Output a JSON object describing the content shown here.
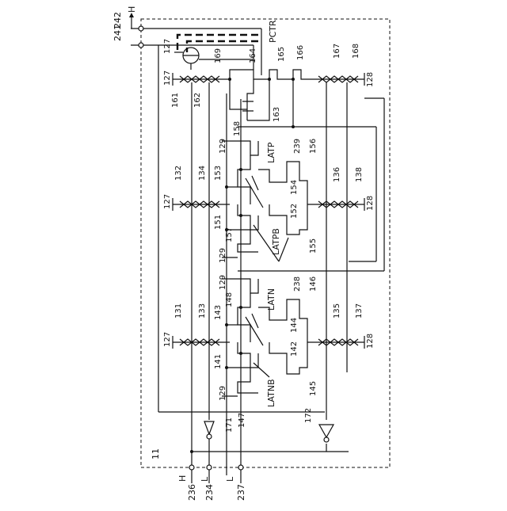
{
  "top_pins": [
    {
      "num": "241",
      "sig": "H"
    },
    {
      "num": "242",
      "sig": ""
    }
  ],
  "pctr_label": "PCTR",
  "block_label": "11",
  "bottom_pins": [
    {
      "num": "236",
      "sig": "H"
    },
    {
      "num": "234",
      "sig": "L"
    },
    {
      "num": "237",
      "sig": "L"
    }
  ],
  "cell_labels": {
    "latp": "LATP",
    "latpb": "LATPB",
    "latn": "LATN",
    "latnb": "LATNB"
  },
  "refs": {
    "r127a": "127",
    "r169": "169",
    "r164": "164",
    "r165": "165",
    "r166": "166",
    "r167": "167",
    "r168": "168",
    "r127b": "127",
    "r128a": "128",
    "r161": "161",
    "r162": "162",
    "r163": "163",
    "r158": "158",
    "r129a": "129",
    "r239": "239",
    "r156": "156",
    "r132": "132",
    "r134": "134",
    "r136": "136",
    "r138": "138",
    "r153": "153",
    "r154": "154",
    "r127c": "127",
    "r128b": "128",
    "r151": "151",
    "r152": "152",
    "r157": "157",
    "r155": "155",
    "r129b": "129",
    "r129c": "129",
    "r238": "238",
    "r146": "146",
    "r148": "148",
    "r131": "131",
    "r133": "133",
    "r135": "135",
    "r137": "137",
    "r143": "143",
    "r144": "144",
    "r127d": "127",
    "r128c": "128",
    "r141": "141",
    "r142": "142",
    "r129d": "129",
    "r145": "145",
    "r147": "147",
    "r171": "171",
    "r172": "172"
  }
}
